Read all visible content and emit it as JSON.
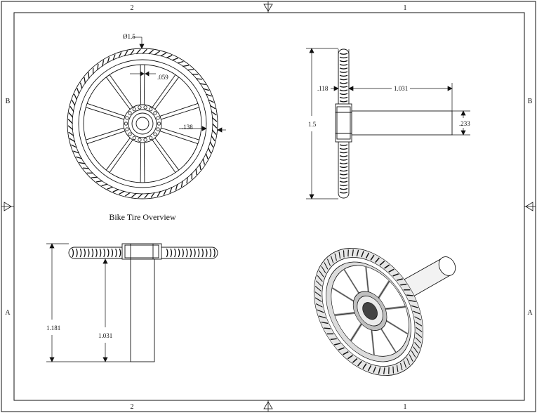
{
  "sheet": {
    "zones": {
      "top_left": "2",
      "top_right": "1",
      "bottom_left": "2",
      "bottom_right": "1",
      "left_upper": "B",
      "left_lower": "A",
      "right_upper": "B",
      "right_lower": "A"
    }
  },
  "front_view": {
    "title": "Bike Tire Overview",
    "diameter_callout": "Ø1.5",
    "spoke_dim": ".059",
    "rim_dim": ".138"
  },
  "side_view": {
    "tire_width": ".118",
    "axle_length": "1.031",
    "overall_height": "1.5",
    "axle_diameter": ".233"
  },
  "top_view": {
    "overall_length": "1.181",
    "axle_length": "1.031"
  },
  "iso_view": {},
  "colors": {
    "line": "#111111",
    "shade": "#d9d9d9",
    "background": "#ffffff"
  }
}
